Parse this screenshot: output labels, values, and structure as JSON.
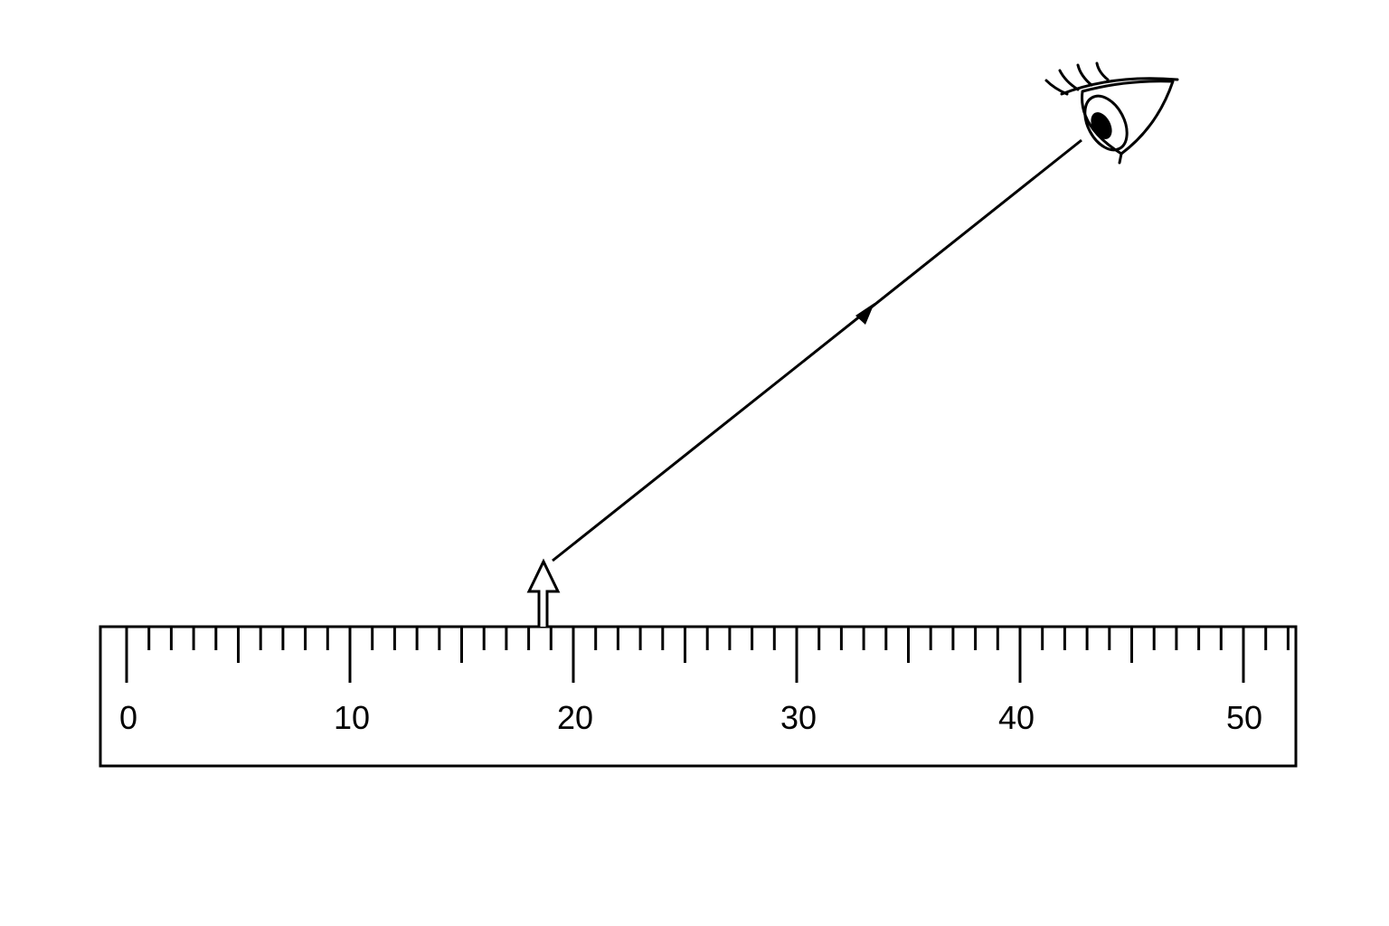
{
  "ruler": {
    "min": 0,
    "max": 52,
    "major_every": 10,
    "mid_every": 5,
    "labels": [
      "0",
      "10",
      "20",
      "30",
      "40",
      "50"
    ]
  },
  "pointer": {
    "reading": 18.5
  },
  "sight_line": {
    "direction": "from pointer toward eye"
  },
  "eye": {
    "icon": "eye-icon"
  },
  "colors": {
    "stroke": "#000000",
    "background": "#ffffff"
  }
}
